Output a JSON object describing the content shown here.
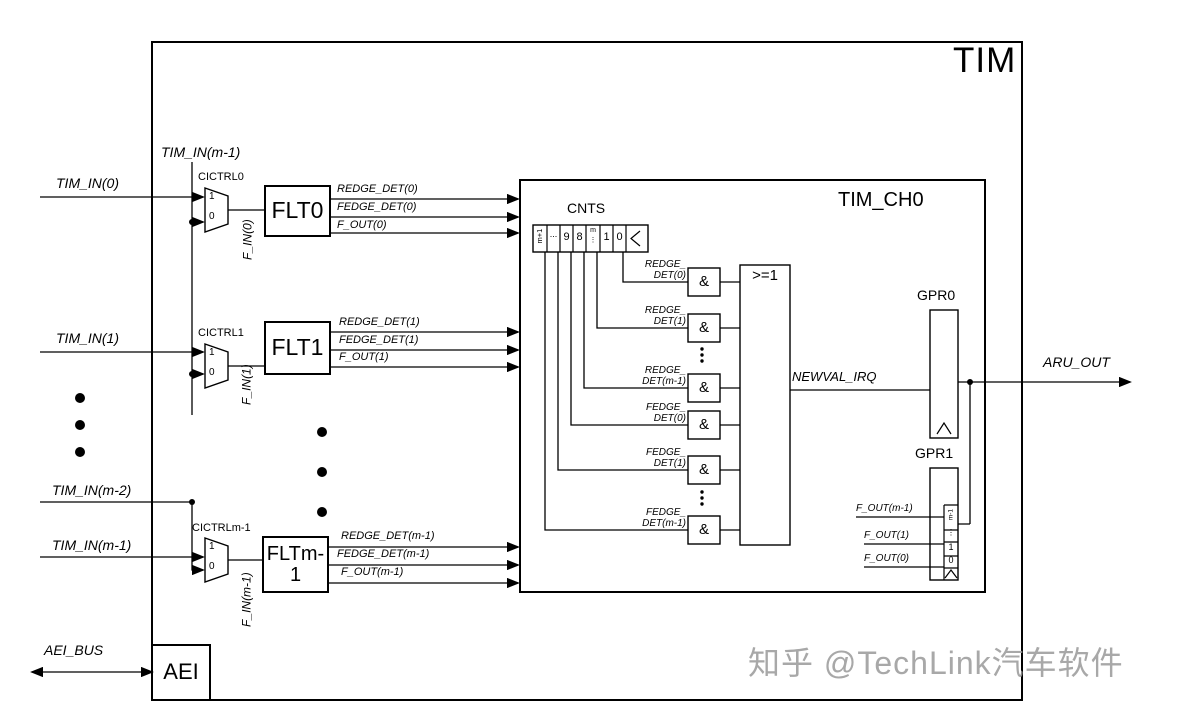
{
  "window": {
    "title": "TIM"
  },
  "watermark": "知乎 @TechLink汽车软件",
  "inputs": {
    "tim_in_m1_top": "TIM_IN(m-1)",
    "tim_in_0": "TIM_IN(0)",
    "tim_in_1": "TIM_IN(1)",
    "tim_in_m2": "TIM_IN(m-2)",
    "tim_in_m1": "TIM_IN(m-1)"
  },
  "muxes": [
    {
      "label": "CICTRL0",
      "sel1": "1",
      "sel0": "0"
    },
    {
      "label": "CICTRL1",
      "sel1": "1",
      "sel0": "0"
    },
    {
      "label": "CICTRLm-1",
      "sel1": "1",
      "sel0": "0"
    }
  ],
  "filters": {
    "flt0": "FLT0",
    "flt1": "FLT1",
    "fltm1_line1": "FLTm-",
    "fltm1_line2": "1",
    "f_in_0": "F_IN(0)",
    "f_in_1": "F_IN(1)",
    "f_in_m1": "F_IN(m-1)"
  },
  "filter_outputs": {
    "redge_det_0": "REDGE_DET(0)",
    "fedge_det_0": "FEDGE_DET(0)",
    "f_out_0": "F_OUT(0)",
    "redge_det_1": "REDGE_DET(1)",
    "fedge_det_1": "FEDGE_DET(1)",
    "f_out_1": "F_OUT(1)",
    "redge_det_m1": "REDGE_DET(m-1)",
    "fedge_det_m1": "FEDGE_DET(m-1)",
    "f_out_m1": "F_OUT(m-1)"
  },
  "channel": {
    "title": "TIM_CH0",
    "cnts": {
      "label": "CNTS",
      "bit_high": "m+1",
      "dots_left": "...",
      "bit_9": "9",
      "bit_8": "8",
      "bit_mid_top": "m",
      "bit_mid_dots": "⋮",
      "bit_1": "1",
      "bit_0": "0"
    },
    "and_gates": [
      {
        "symbol": "&",
        "l1": "REDGE_",
        "l2": "DET(0)"
      },
      {
        "symbol": "&",
        "l1": "REDGE_",
        "l2": "DET(1)"
      },
      {
        "symbol": "&",
        "l1": "REDGE_",
        "l2": "DET(m-1)"
      },
      {
        "symbol": "&",
        "l1": "FEDGE_",
        "l2": "DET(0)"
      },
      {
        "symbol": "&",
        "l1": "FEDGE_",
        "l2": "DET(1)"
      },
      {
        "symbol": "&",
        "l1": "FEDGE_",
        "l2": "DET(m-1)"
      }
    ],
    "or_gate": ">=1",
    "newval_irq": "NEWVAL_IRQ",
    "gpr0": "GPR0",
    "gpr1": "GPR1",
    "gpr1_inputs": {
      "f_out_m1": "F_OUT(m-1)",
      "f_out_1": "F_OUT(1)",
      "f_out_0": "F_OUT(0)"
    },
    "gpr1_mux": {
      "top": "m-1",
      "dots": "⋮",
      "in1": "1",
      "in0": "0"
    }
  },
  "outputs": {
    "aru_out": "ARU_OUT"
  },
  "aei": {
    "label": "AEI",
    "bus": "AEI_BUS"
  }
}
